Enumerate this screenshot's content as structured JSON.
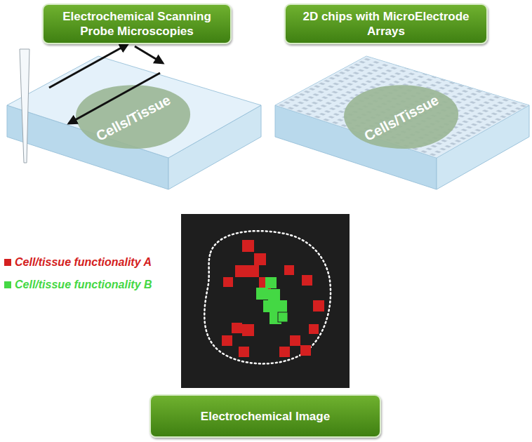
{
  "diagram": {
    "nodes": [
      {
        "text": [
          "Electrochemical Scanning Probe Microscopies"
        ]
      },
      {
        "text": [
          "2D chips with MicroElectrode Arrays"
        ]
      },
      {
        "text": [
          "Electrochemical Image"
        ]
      }
    ],
    "labels": [
      "Cells/Tissue",
      "Cells/Tissue"
    ],
    "legend": [
      {
        "text": "Cell/tissue functionality A",
        "color": "#d42020"
      },
      {
        "text": "Cell/tissue functionality B",
        "color": "#44d844"
      }
    ]
  }
}
